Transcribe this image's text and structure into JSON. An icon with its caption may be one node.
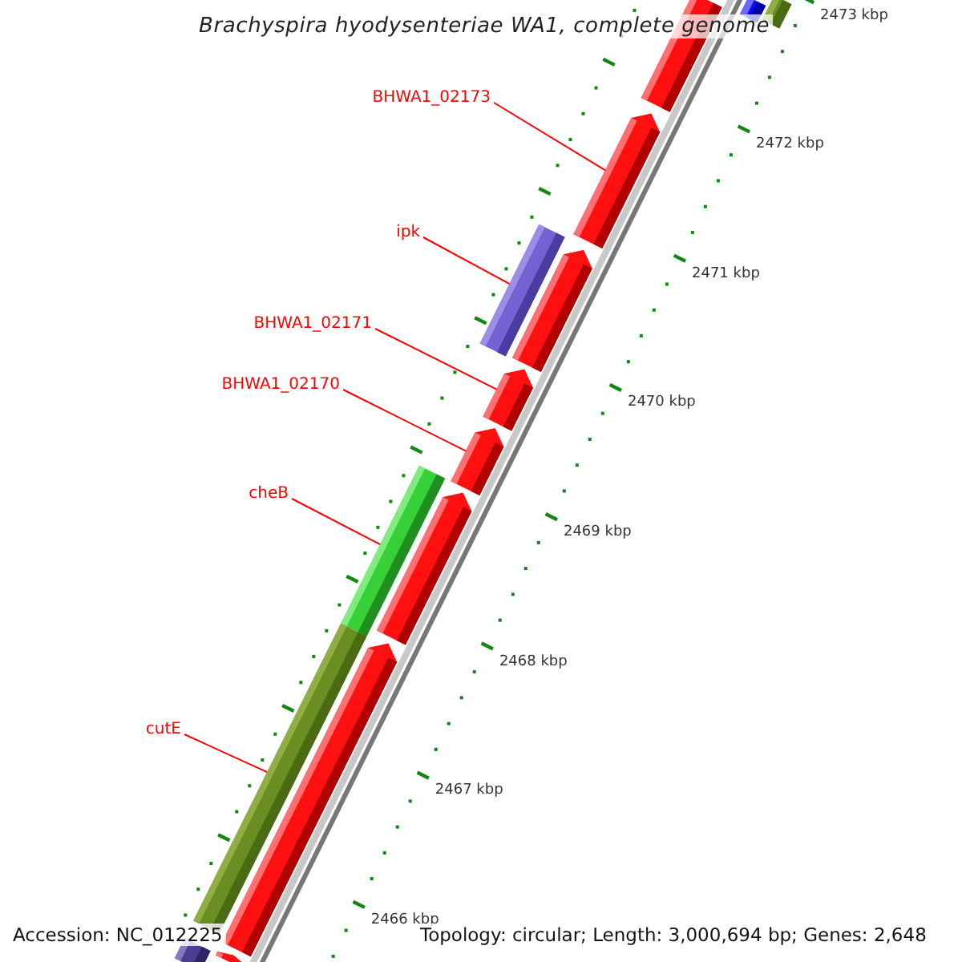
{
  "diagram": {
    "title": "Brachyspira hyodysenteriae WA1, complete genome",
    "nodes": [
      {
        "text": [
          "BHWA1_02173"
        ]
      },
      {
        "text": [
          "ipk"
        ]
      },
      {
        "text": [
          "BHWA1_02171"
        ]
      },
      {
        "text": [
          "BHWA1_02170"
        ]
      },
      {
        "text": [
          "cheB"
        ]
      },
      {
        "text": [
          "cutE"
        ]
      },
      {
        "text": [],
        "shape": "bar"
      },
      {
        "text": [],
        "shape": "bar"
      },
      {
        "text": [],
        "shape": "bar"
      },
      {
        "text": [],
        "shape": "bar"
      },
      {
        "text": [],
        "shape": "bar"
      },
      {
        "text": [],
        "shape": "bar"
      },
      {
        "text": [],
        "shape": "bar"
      },
      {
        "text": [],
        "shape": "bar"
      },
      {
        "text": [],
        "shape": "bar"
      },
      {
        "text": [],
        "shape": "bar"
      },
      {
        "text": [],
        "shape": "bar"
      },
      {
        "text": [],
        "shape": "bar"
      },
      {
        "text": [],
        "shape": "bar"
      },
      {
        "text": [],
        "shape": "bar"
      }
    ],
    "edges": [
      {
        "from": 0,
        "to": 9,
        "arrow": "none"
      },
      {
        "from": 1,
        "to": 10,
        "arrow": "none"
      },
      {
        "from": 2,
        "to": 12,
        "arrow": "none"
      },
      {
        "from": 3,
        "to": 13,
        "arrow": "none"
      },
      {
        "from": 4,
        "to": 14,
        "arrow": "none"
      },
      {
        "from": 5,
        "to": 16,
        "arrow": "none"
      }
    ],
    "labels": [
      "2473 kbp",
      "2472 kbp",
      "2471 kbp",
      "2470 kbp",
      "2469 kbp",
      "2468 kbp",
      "2467 kbp",
      "2466 kbp",
      "Accession: NC_012225",
      "Topology: circular; Length: 3,000,694 bp; Genes: 2,648"
    ]
  }
}
